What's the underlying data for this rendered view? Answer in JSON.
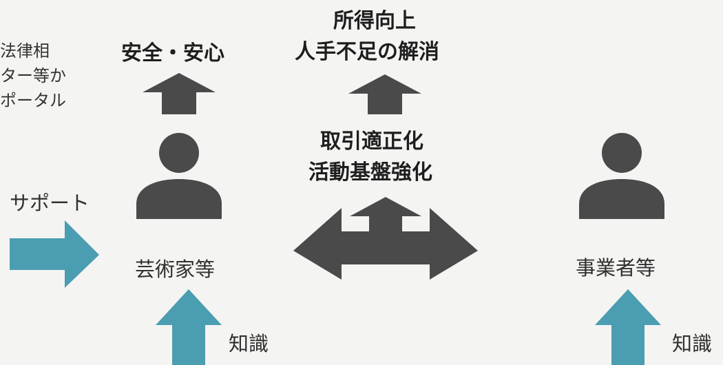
{
  "side_note": {
    "lines": [
      "法律相",
      "ター等か",
      "ポータル"
    ]
  },
  "outcomes": {
    "safety": "安全・安心",
    "income_line1": "所得向上",
    "income_line2": "人手不足の解消"
  },
  "middle": {
    "line1": "取引適正化",
    "line2": "活動基盤強化"
  },
  "actors": {
    "artist": "芸術家等",
    "business": "事業者等"
  },
  "support_label": "サポート",
  "knowledge_label_left": "知識",
  "knowledge_label_right": "知識",
  "colors": {
    "dark_gray": "#4a4a4a",
    "teal": "#4b9db2"
  }
}
